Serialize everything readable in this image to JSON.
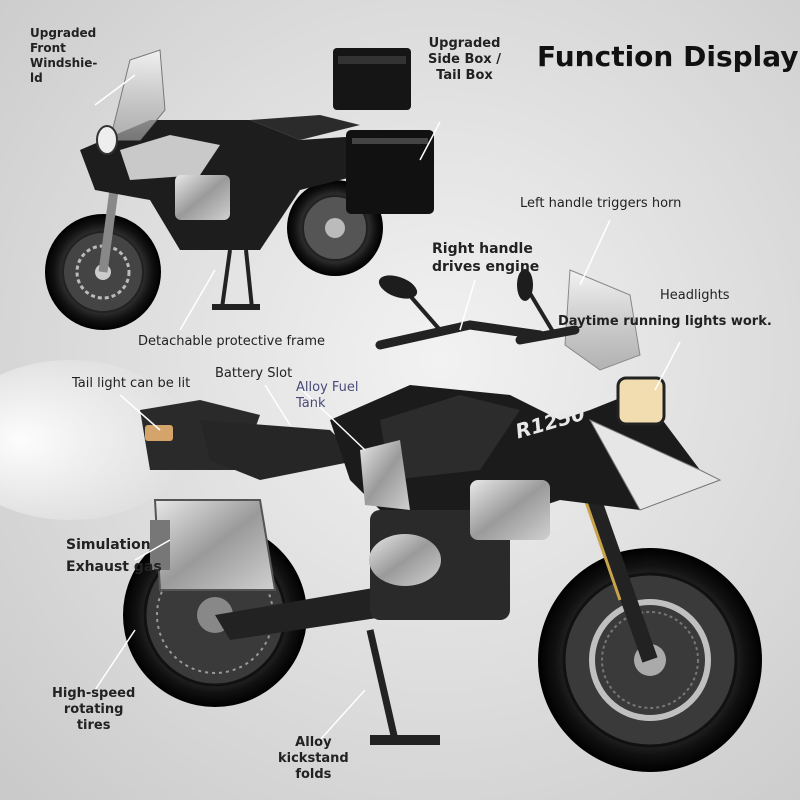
{
  "title": "Function Display",
  "labels": {
    "windshield": [
      "Upgraded",
      "Front",
      "Windshie-",
      "ld"
    ],
    "side_box": [
      "Upgraded",
      "Side Box /",
      "Tail Box"
    ],
    "left_handle": "Left handle triggers horn",
    "right_handle": [
      "Right handle",
      "drives engine"
    ],
    "headlights": "Headlights",
    "drl": "Daytime running lights work.",
    "frame": "Detachable protective frame",
    "battery": "Battery Slot",
    "fuel_tank": [
      "Alloy Fuel",
      "Tank"
    ],
    "tail_light": "Tail light can be lit",
    "exhaust": [
      "Simulation",
      "Exhaust gas"
    ],
    "tires": [
      "High-speed",
      "rotating",
      "tires"
    ],
    "kickstand": [
      "Alloy",
      "kickstand",
      "folds"
    ]
  },
  "bike_badge": "R1250",
  "colors": {
    "body": "#1a1a1a",
    "silver": "#b8b8b8",
    "background": "#dcdcdc"
  }
}
